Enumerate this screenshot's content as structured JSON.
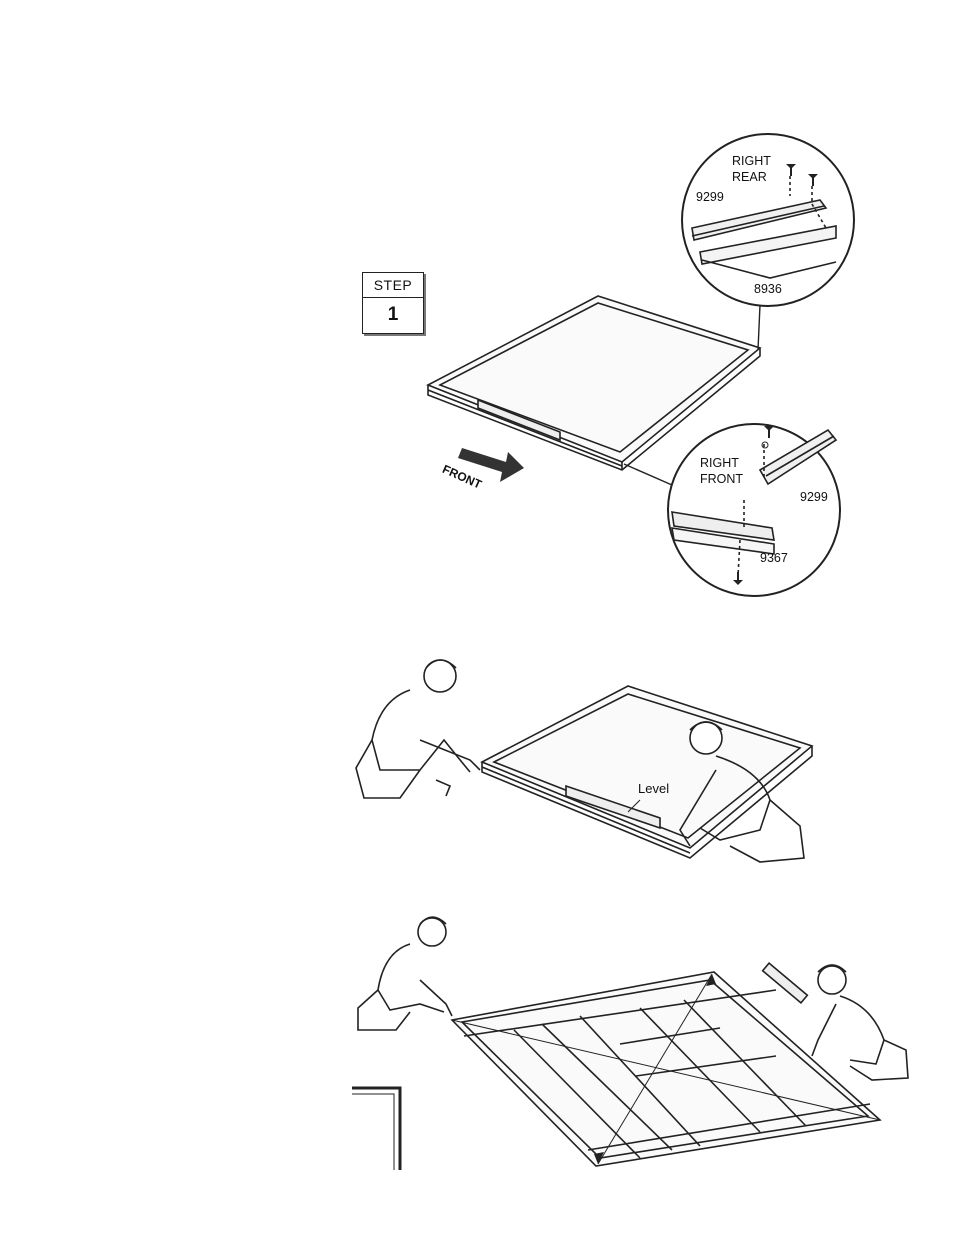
{
  "step": {
    "label": "STEP",
    "number": "1"
  },
  "figure1": {
    "front_arrow": "FRONT",
    "detail_rear": {
      "title_line1": "RIGHT",
      "title_line2": "REAR",
      "part_a": "9299",
      "part_b": "8936"
    },
    "detail_front": {
      "title_line1": "RIGHT",
      "title_line2": "FRONT",
      "part_a": "9299",
      "part_b": "9367"
    }
  },
  "figure2": {
    "level_label": "Level"
  }
}
